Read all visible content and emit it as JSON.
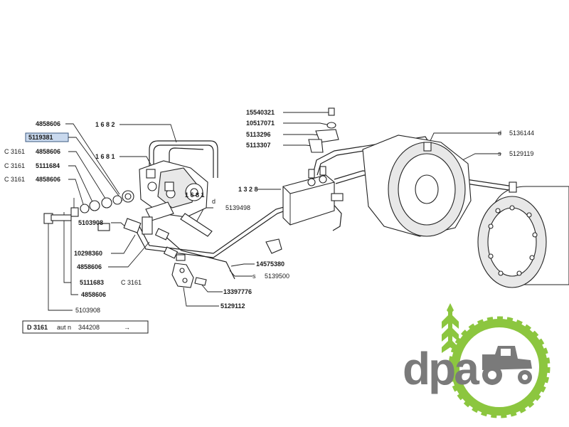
{
  "highlight": {
    "part_number": "5119381",
    "color": "#c9d9ee"
  },
  "labels": {
    "l4858606_a": "4858606",
    "l5119381": "5119381",
    "l_c3161_1": "C 3161",
    "l4858606_b": "4858606",
    "l_c3161_2": "C 3161",
    "l5111684": "5111684",
    "l_c3161_3": "C 3161",
    "l4858606_c": "4858606",
    "l1682": "1 6 8 2",
    "l1681_a": "1 6 8 1",
    "l1681_b": "1 6 8 1",
    "l_d1": "d",
    "l5139498": "5139498",
    "l1328": "1 3 2 8",
    "l15540321": "15540321",
    "l10517071": "10517071",
    "l5113296": "5113296",
    "l5113307": "5113307",
    "l_d2": "d",
    "l5136144": "5136144",
    "l_s1": "s",
    "l5129119": "5129119",
    "l5103908_a": "5103908",
    "l10298360": "10298360",
    "l4858606_d": "4858606",
    "l_c3161_4": "C 3161",
    "l5111683": "5111683",
    "l4858606_e": "4858606",
    "l5103908_b": "5103908",
    "l14575380": "14575380",
    "l_s2": "s",
    "l5139500": "5139500",
    "l13397776": "13397776",
    "l5129112": "5129112"
  },
  "footer": {
    "model": "D 3161",
    "serial_prefix": "aut n",
    "serial": "344208",
    "arrow": "→"
  },
  "logo": {
    "text": "dpa",
    "colors": {
      "wheat": "#8cc63f",
      "ring": "#8cc63f",
      "letters": "#7a7a7a"
    }
  }
}
